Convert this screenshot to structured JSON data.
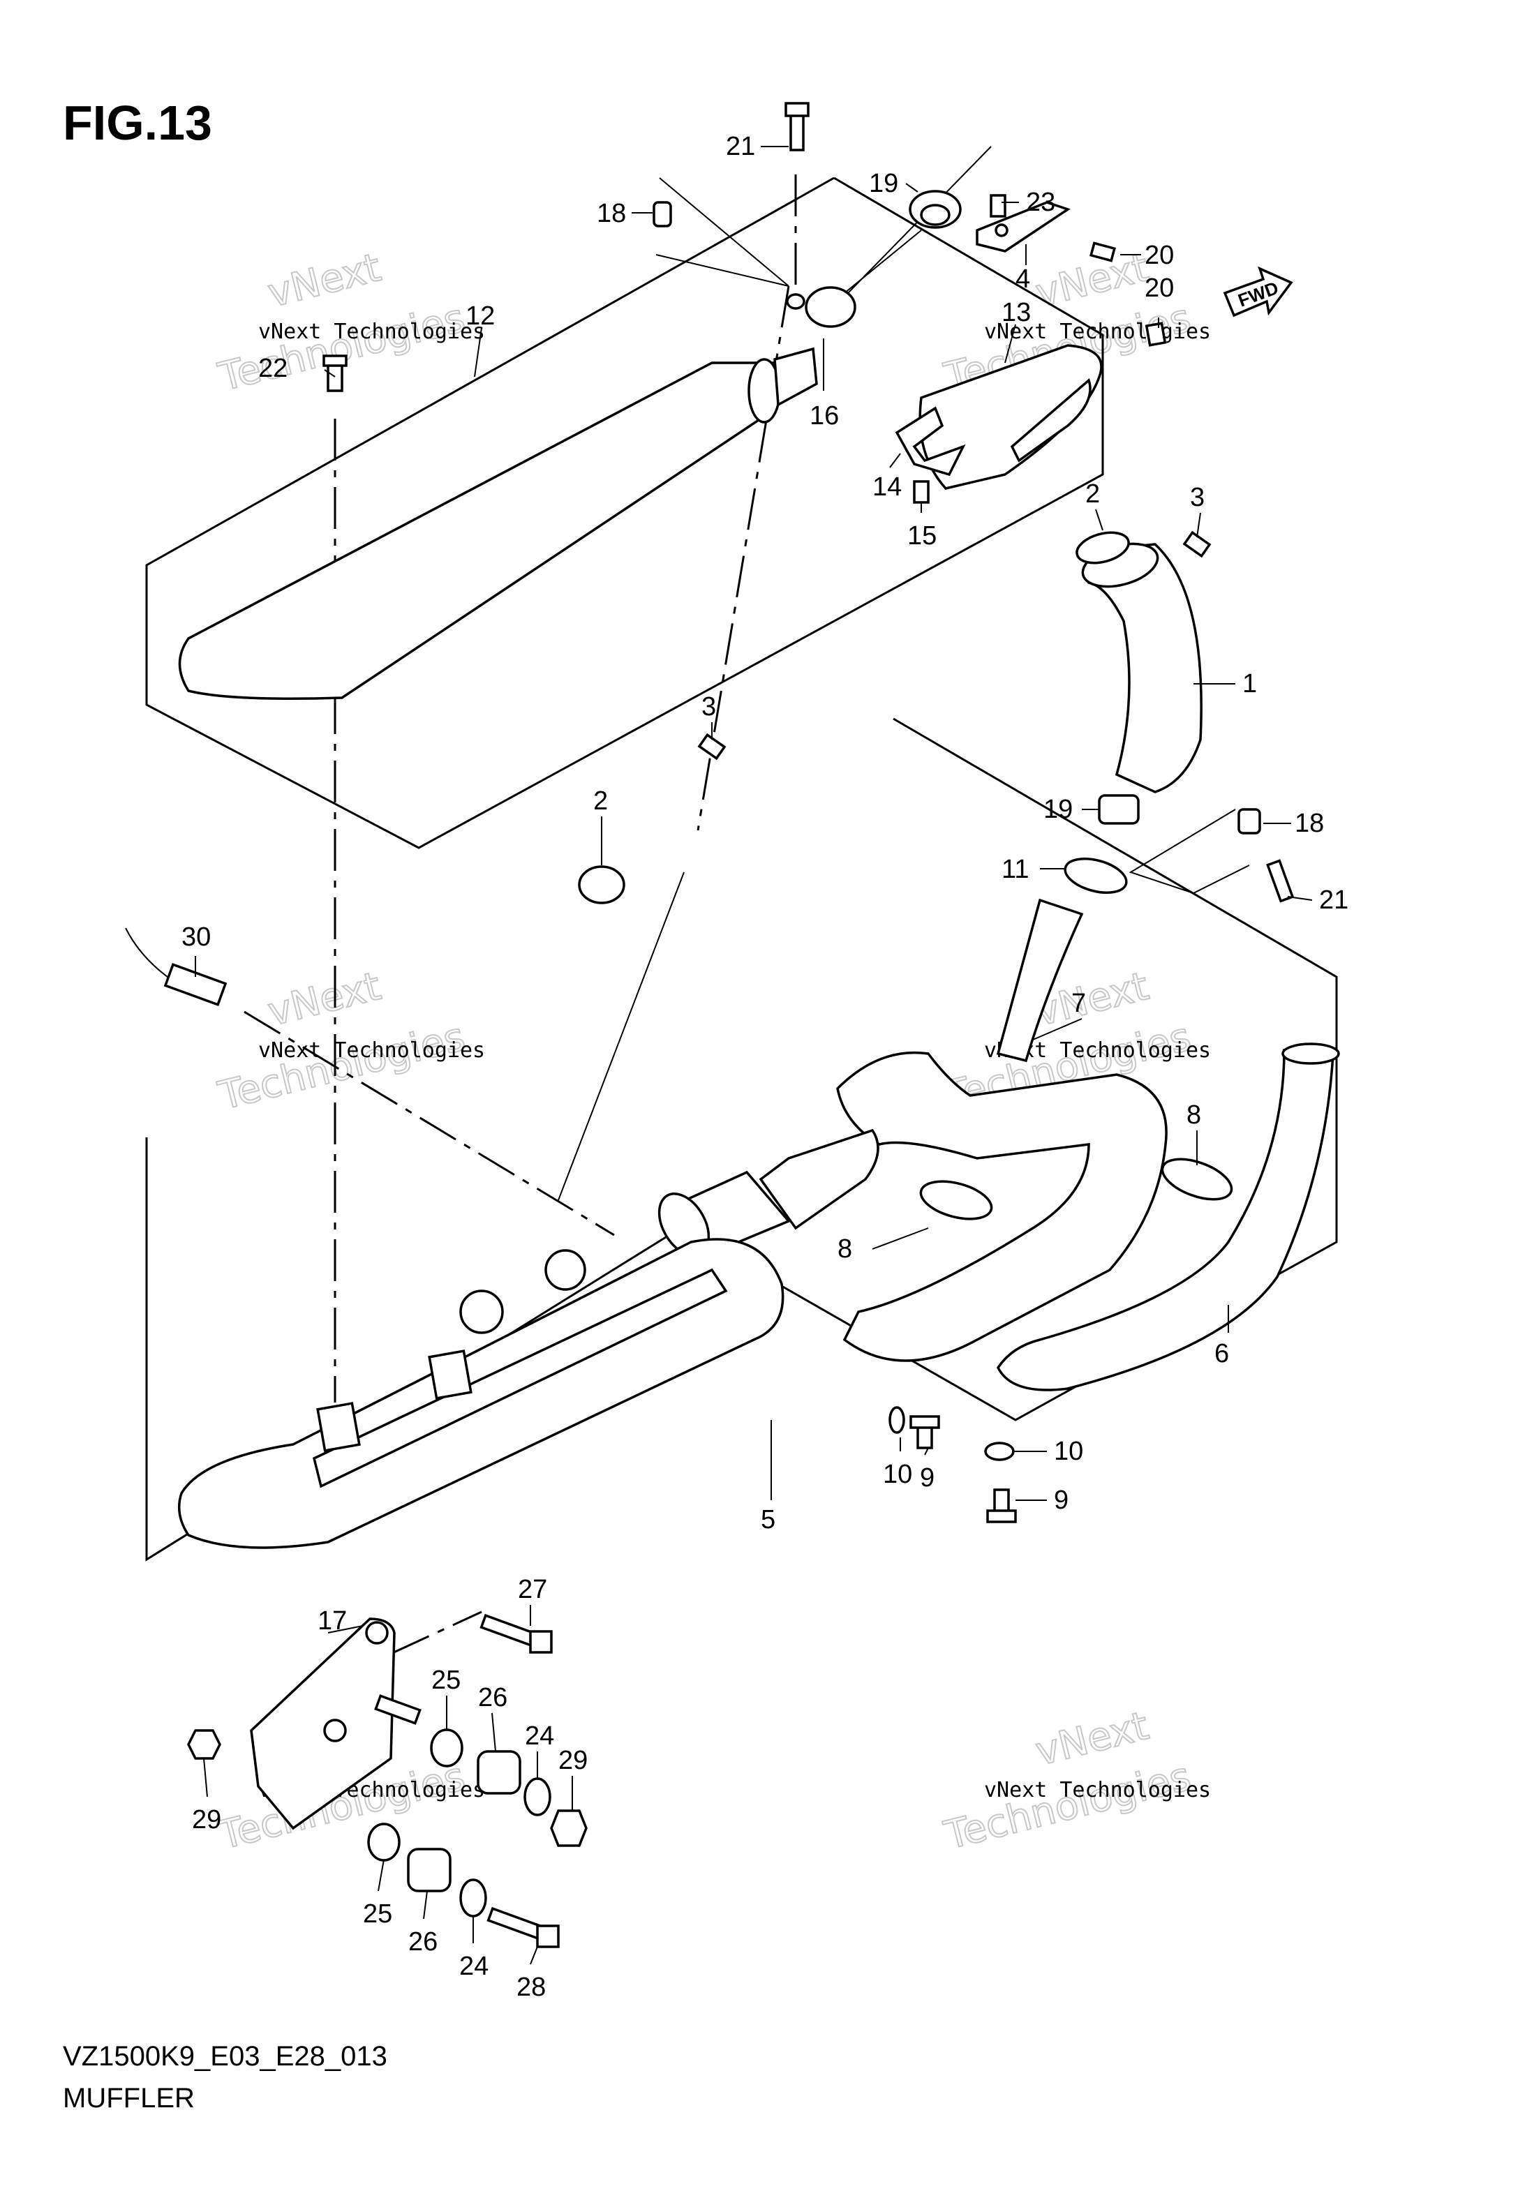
{
  "figure": {
    "title": "FIG.13",
    "model_code": "VZ1500K9_E03_E28_013",
    "section_name": "MUFFLER",
    "fwd_label": "FWD"
  },
  "watermark": {
    "line1": "vNext Technologies",
    "line2": "vNext",
    "line3": "Technologies"
  },
  "callouts": [
    {
      "id": "c21a",
      "num": "21"
    },
    {
      "id": "c18a",
      "num": "18"
    },
    {
      "id": "c19a",
      "num": "19"
    },
    {
      "id": "c23",
      "num": "23"
    },
    {
      "id": "c20a",
      "num": "20"
    },
    {
      "id": "c4",
      "num": "4"
    },
    {
      "id": "c12",
      "num": "12"
    },
    {
      "id": "c13",
      "num": "13"
    },
    {
      "id": "c20b",
      "num": "20"
    },
    {
      "id": "c22",
      "num": "22"
    },
    {
      "id": "c16",
      "num": "16"
    },
    {
      "id": "c14",
      "num": "14"
    },
    {
      "id": "c15",
      "num": "15"
    },
    {
      "id": "c2a",
      "num": "2"
    },
    {
      "id": "c3a",
      "num": "3"
    },
    {
      "id": "c1",
      "num": "1"
    },
    {
      "id": "c3b",
      "num": "3"
    },
    {
      "id": "c2b",
      "num": "2"
    },
    {
      "id": "c19b",
      "num": "19"
    },
    {
      "id": "c18b",
      "num": "18"
    },
    {
      "id": "c11",
      "num": "11"
    },
    {
      "id": "c21b",
      "num": "21"
    },
    {
      "id": "c30",
      "num": "30"
    },
    {
      "id": "c7",
      "num": "7"
    },
    {
      "id": "c8a",
      "num": "8"
    },
    {
      "id": "c8b",
      "num": "8"
    },
    {
      "id": "c6",
      "num": "6"
    },
    {
      "id": "c10a",
      "num": "10"
    },
    {
      "id": "c10b",
      "num": "10"
    },
    {
      "id": "c9a",
      "num": "9"
    },
    {
      "id": "c9b",
      "num": "9"
    },
    {
      "id": "c5",
      "num": "5"
    },
    {
      "id": "c17",
      "num": "17"
    },
    {
      "id": "c27",
      "num": "27"
    },
    {
      "id": "c25a",
      "num": "25"
    },
    {
      "id": "c26a",
      "num": "26"
    },
    {
      "id": "c24a",
      "num": "24"
    },
    {
      "id": "c29a",
      "num": "29"
    },
    {
      "id": "c29b",
      "num": "29"
    },
    {
      "id": "c25b",
      "num": "25"
    },
    {
      "id": "c26b",
      "num": "26"
    },
    {
      "id": "c24b",
      "num": "24"
    },
    {
      "id": "c28",
      "num": "28"
    }
  ]
}
